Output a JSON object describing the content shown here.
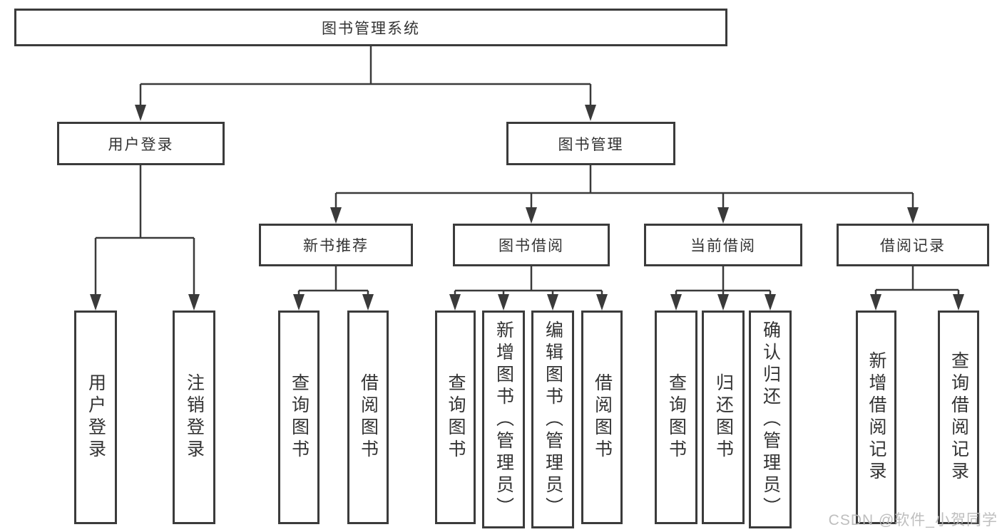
{
  "tree": {
    "label": "图书管理系统",
    "children": [
      {
        "label": "用户登录",
        "children": [
          {
            "label": "用户登录"
          },
          {
            "label": "注销登录"
          }
        ]
      },
      {
        "label": "图书管理",
        "children": [
          {
            "label": "新书推荐",
            "children": [
              {
                "label": "查询图书"
              },
              {
                "label": "借阅图书"
              }
            ]
          },
          {
            "label": "图书借阅",
            "children": [
              {
                "label": "查询图书"
              },
              {
                "label": "新增图书（管理员）"
              },
              {
                "label": "编辑图书（管理员）"
              },
              {
                "label": "借阅图书"
              }
            ]
          },
          {
            "label": "当前借阅",
            "children": [
              {
                "label": "查询图书"
              },
              {
                "label": "归还图书"
              },
              {
                "label": "确认归还（管理员）"
              }
            ]
          },
          {
            "label": "借阅记录",
            "children": [
              {
                "label": "新增借阅记录"
              },
              {
                "label": "查询借阅记录"
              }
            ]
          }
        ]
      }
    ]
  },
  "watermark": {
    "text": "CSDN @软件_小贺同学"
  },
  "colors": {
    "line": "#3a3a3a",
    "box_border": "#3b3b3b",
    "text": "#333333",
    "watermark": "#b9b9b9",
    "background": "#ffffff"
  }
}
